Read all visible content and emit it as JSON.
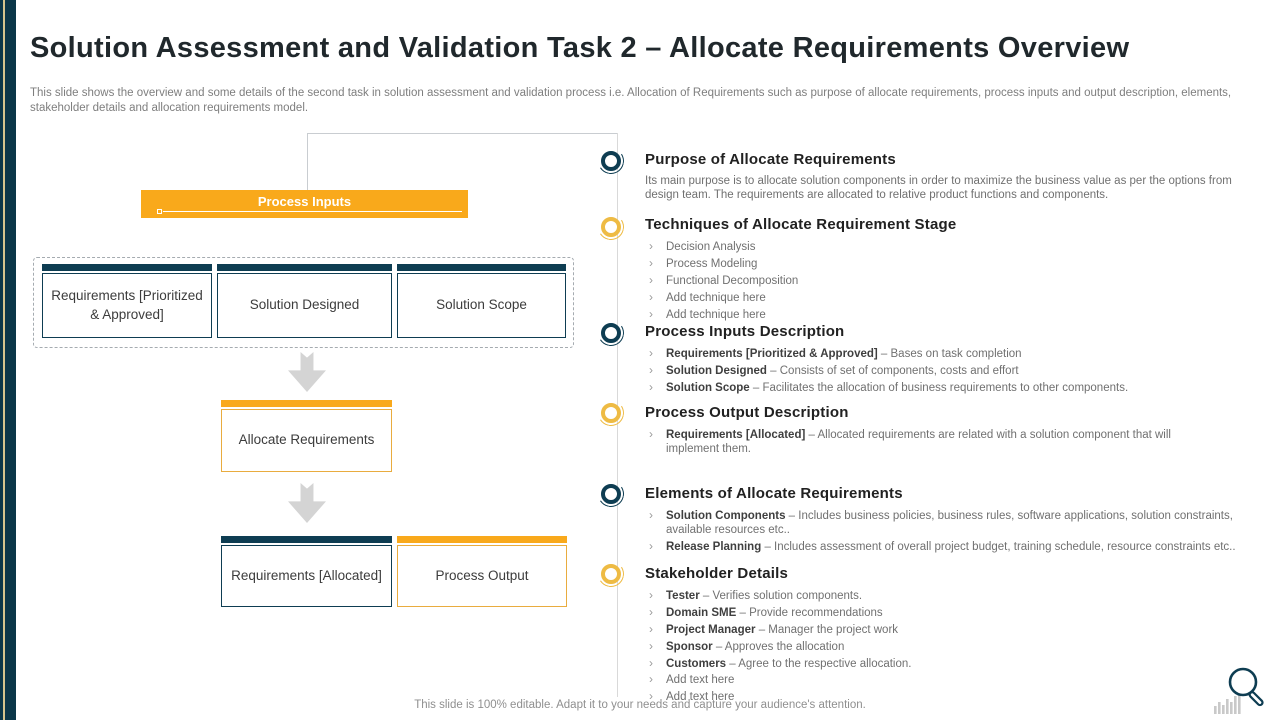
{
  "slide": {
    "title": "Solution Assessment and Validation Task 2 – Allocate Requirements Overview",
    "subtitle": "This slide shows the overview and some details of the second task in solution assessment and validation process i.e. Allocation of Requirements such as purpose of allocate requirements, process inputs and output description, elements, stakeholder details and allocation requirements model.",
    "footer": "This slide is 100% editable. Adapt it to your needs and capture your audience's attention."
  },
  "diagram": {
    "banner_label": "Process Inputs",
    "input_boxes": [
      {
        "label": "Requirements [Prioritized & Approved]"
      },
      {
        "label": "Solution Designed"
      },
      {
        "label": "Solution Scope"
      }
    ],
    "middle_box": {
      "label": "Allocate Requirements"
    },
    "output_boxes": [
      {
        "label": "Requirements [Allocated]"
      },
      {
        "label": "Process Output"
      }
    ]
  },
  "sections": [
    {
      "heading": "Purpose of Allocate Requirements",
      "marker": "teal",
      "body": "Its main purpose is to allocate solution components in order to maximize the business value as per the options from design team. The requirements are allocated to relative product functions and components.",
      "bullets": []
    },
    {
      "heading": "Techniques of Allocate Requirement Stage",
      "marker": "gold",
      "body": "",
      "bullets": [
        {
          "lead": "",
          "text": "Decision Analysis"
        },
        {
          "lead": "",
          "text": "Process Modeling"
        },
        {
          "lead": "",
          "text": "Functional Decomposition"
        },
        {
          "lead": "",
          "text": "Add technique here"
        },
        {
          "lead": "",
          "text": "Add technique here"
        }
      ]
    },
    {
      "heading": "Process Inputs Description",
      "marker": "teal",
      "body": "",
      "bullets": [
        {
          "lead": "Requirements [Prioritized & Approved]",
          "text": "– Bases on task completion"
        },
        {
          "lead": "Solution Designed",
          "text": "– Consists of set of components, costs and effort"
        },
        {
          "lead": "Solution Scope",
          "text": "– Facilitates the allocation of business requirements to other components."
        }
      ]
    },
    {
      "heading": "Process Output Description",
      "marker": "gold",
      "body": "",
      "bullets": [
        {
          "lead": "Requirements [Allocated]",
          "text": "– Allocated requirements are related with a solution component that will implement them."
        }
      ]
    },
    {
      "heading": "Elements of Allocate Requirements",
      "marker": "teal",
      "body": "",
      "bullets": [
        {
          "lead": "Solution Components",
          "text": "– Includes business policies, business rules, software applications, solution constraints, available resources etc.."
        },
        {
          "lead": "Release Planning",
          "text": "– Includes assessment of overall project budget, training schedule, resource constraints etc.."
        }
      ]
    },
    {
      "heading": "Stakeholder Details",
      "marker": "gold",
      "body": "",
      "bullets": [
        {
          "lead": "Tester",
          "text": "– Verifies solution components."
        },
        {
          "lead": "Domain SME",
          "text": "– Provide recommendations"
        },
        {
          "lead": "Project Manager",
          "text": "– Manager the project work"
        },
        {
          "lead": "Sponsor",
          "text": "– Approves the allocation"
        },
        {
          "lead": "Customers",
          "text": "– Agree to the respective allocation."
        },
        {
          "lead": "",
          "text": "Add text here"
        },
        {
          "lead": "",
          "text": "Add text here"
        }
      ]
    }
  ],
  "icons": {
    "bullet_glyph": "›",
    "corner": "magnifier-with-bar-chart"
  },
  "colors": {
    "teal": "#0E3D52",
    "yellow": "#F9A91B",
    "yellow_ring": "#EEBB44",
    "arrow_gray": "#D4D4D4"
  }
}
